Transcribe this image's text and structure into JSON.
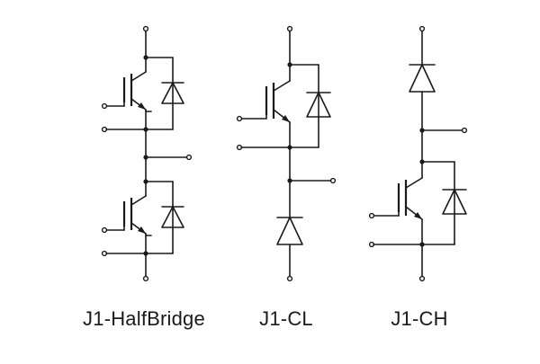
{
  "captions": {
    "half_bridge": "J1-HalfBridge",
    "chopper_low": "J1-CL",
    "chopper_high": "J1-CH"
  },
  "colors": {
    "line": "#1a1a1a",
    "background": "#ffffff"
  }
}
